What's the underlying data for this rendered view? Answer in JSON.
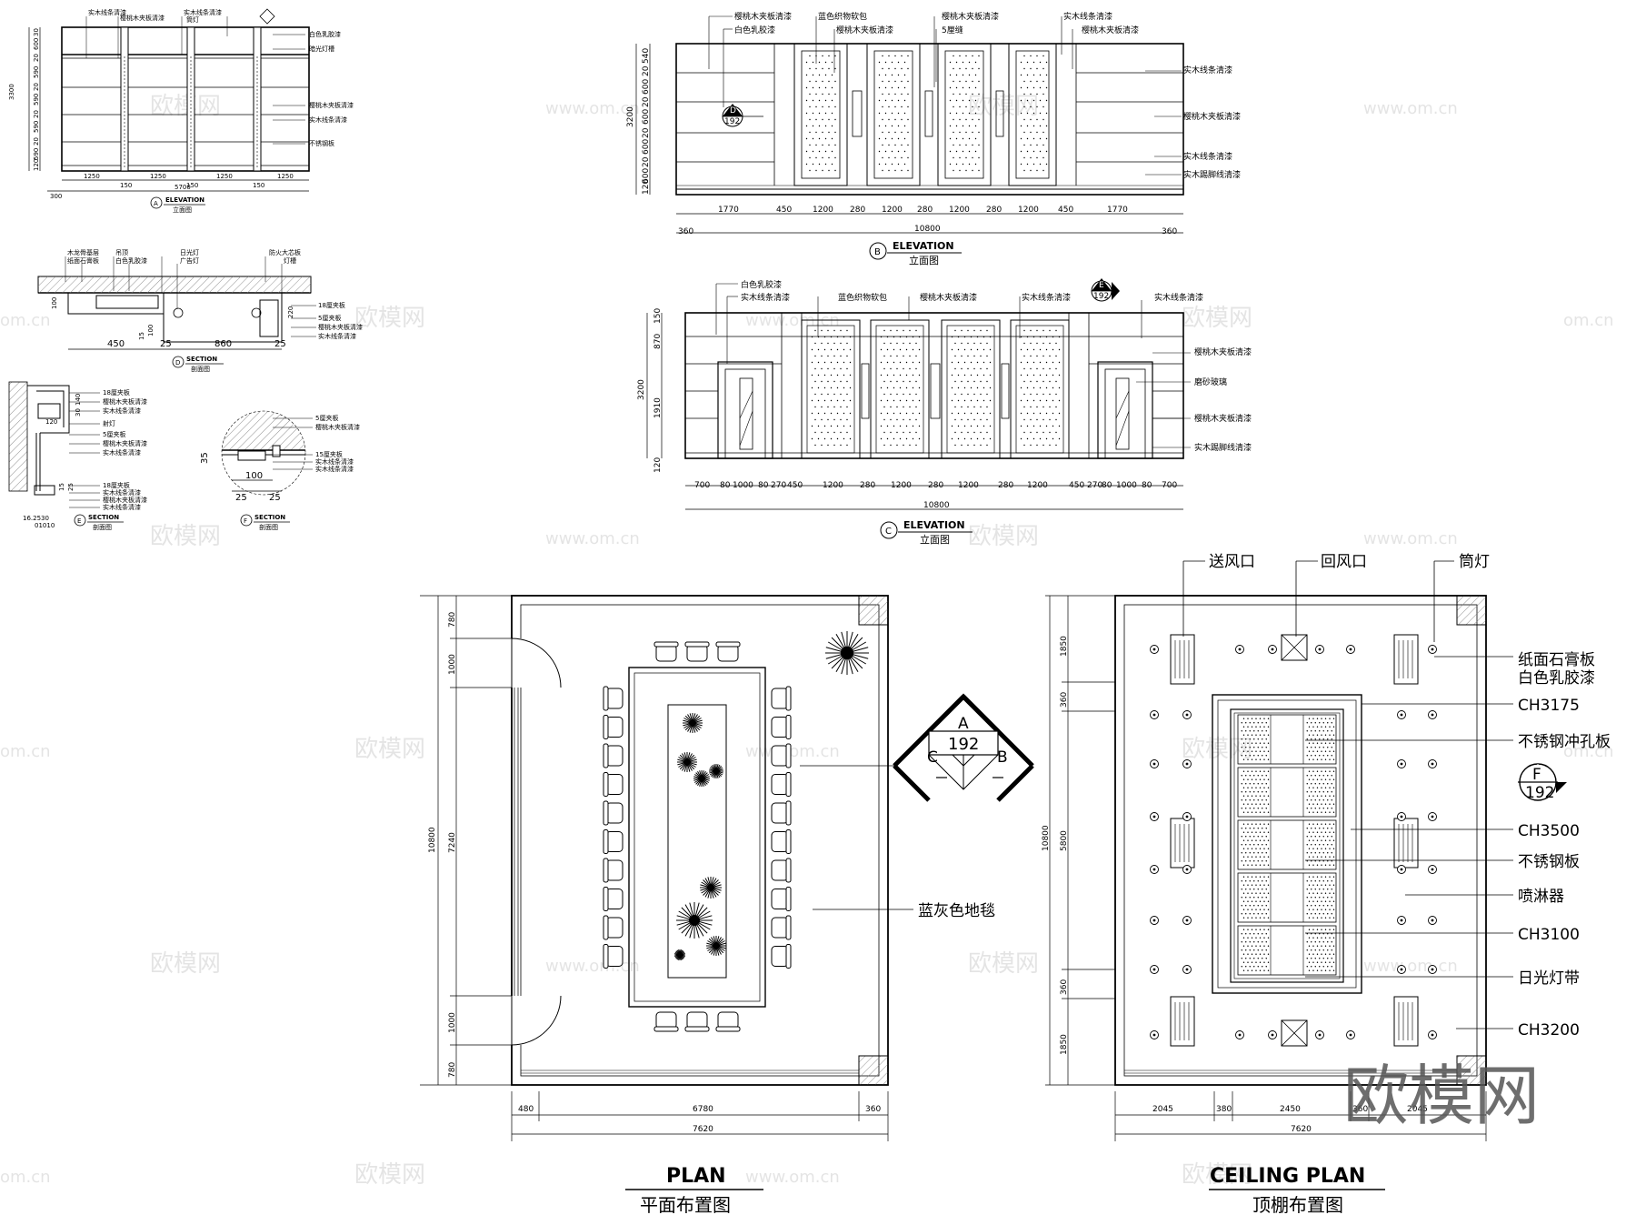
{
  "watermarks": {
    "site": "欧模网",
    "url": "www.om.cn",
    "frag": "om.cn",
    "corner": "欧模网"
  },
  "plan": {
    "title": "PLAN",
    "subtitle": "平面布置图",
    "carpet": "蓝灰色地毯",
    "dims_h": [
      "480",
      "6780",
      "360",
      "7620"
    ],
    "dims_v": [
      "780",
      "1000",
      "7240",
      "1000",
      "780",
      "10800"
    ]
  },
  "ceiling_plan": {
    "title": "CEILING PLAN",
    "subtitle": "顶棚布置图",
    "top_labels": [
      "送风口",
      "回风口",
      "筒灯"
    ],
    "right_labels": [
      "纸面石膏板",
      "白色乳胶漆",
      "CH3175",
      "不锈钢冲孔板",
      "CH3500",
      "不锈钢板",
      "喷淋器",
      "CH3100",
      "日光灯带",
      "CH3200"
    ],
    "dims_h": [
      "2045",
      "380",
      "2450",
      "360",
      "2045",
      "7620"
    ],
    "dims_v": [
      "1850",
      "360",
      "5800",
      "360",
      "1850",
      "10800"
    ]
  },
  "index_symbol": {
    "letters": [
      "A",
      "B",
      "C"
    ],
    "sheet": "192",
    "f_letter": "F",
    "f_sheet": "192"
  },
  "elevation_b": {
    "title": "ELEVATION",
    "subtitle": "立面图",
    "letter": "B",
    "top_labels": [
      "樱桃木夹板清漆",
      "白色乳胶漆",
      "蓝色织物软包",
      "樱桃木夹板清漆",
      "樱桃木夹板清漆",
      "5厘缝",
      "实木线条清漆",
      "樱桃木夹板清漆"
    ],
    "right_labels": [
      "实木线条清漆",
      "樱桃木夹板清漆",
      "实木线条清漆",
      "实木踢脚线清漆"
    ],
    "dims_h": [
      "1770",
      "450",
      "1200",
      "280",
      "1200",
      "280",
      "1200",
      "280",
      "1200",
      "450",
      "1770"
    ],
    "dims_total": [
      "360",
      "10800",
      "360"
    ],
    "dims_v": [
      "540",
      "20",
      "600",
      "20",
      "600",
      "20",
      "600",
      "20",
      "600",
      "120"
    ],
    "height": "3200",
    "tag_letter": "D",
    "tag_sheet": "192"
  },
  "elevation_c": {
    "title": "ELEVATION",
    "subtitle": "立面图",
    "letter": "C",
    "top_labels": [
      "白色乳胶漆",
      "实木线条清漆",
      "蓝色织物软包",
      "樱桃木夹板清漆",
      "实木线条清漆",
      "实木线条清漆"
    ],
    "right_labels": [
      "樱桃木夹板清漆",
      "磨砂玻璃",
      "樱桃木夹板清漆",
      "实木踢脚线清漆"
    ],
    "dims_h": [
      "700",
      "80",
      "1000",
      "80",
      "270",
      "450",
      "1200",
      "280",
      "1200",
      "280",
      "1200",
      "280",
      "1200",
      "450",
      "270",
      "80",
      "1000",
      "80",
      "700"
    ],
    "dims_total": "10800",
    "dims_v": [
      "150",
      "870",
      "1910",
      "120"
    ],
    "height": "3200",
    "tag_letter": "E",
    "tag_sheet": "192"
  },
  "elevation_a": {
    "title": "ELEVATION",
    "subtitle": "立面图",
    "letter": "A",
    "dims_h": [
      "1250",
      "150",
      "1250",
      "150",
      "1250",
      "150",
      "1250"
    ],
    "dims_total": [
      "300",
      "5700"
    ],
    "dims_v": [
      "30",
      "600",
      "20",
      "590",
      "20",
      "590",
      "20",
      "590",
      "20",
      "590",
      "120"
    ],
    "height": "3300",
    "top_labels": [
      "实木线条清漆",
      "樱桃木夹板清漆",
      "实木线条清漆",
      "筒灯"
    ],
    "right_labels": [
      "白色乳胶漆",
      "暗光灯槽",
      "樱桃木夹板清漆",
      "实木线条清漆",
      "不锈钢板"
    ]
  },
  "section_d": {
    "title": "SECTION",
    "subtitle": "剖面图",
    "letter": "D",
    "dims": [
      "100",
      "450",
      "100",
      "15",
      "25",
      "860",
      "25",
      "220"
    ],
    "labels": [
      "木龙骨基层",
      "纸面石膏板",
      "吊顶",
      "白色乳胶漆",
      "日光灯",
      "广告灯",
      "防火大芯板",
      "灯槽",
      "18厘夹板",
      "5厘夹板",
      "樱桃木夹板清漆",
      "实木线条清漆"
    ]
  },
  "section_e": {
    "title": "SECTION",
    "subtitle": "剖面图",
    "letter": "E",
    "dims": [
      "140",
      "30",
      "120",
      "15",
      "25"
    ],
    "labels": [
      "18厘夹板",
      "樱桃木夹板清漆",
      "实木线条清漆",
      "射灯",
      "5厘夹板",
      "樱桃木夹板清漆",
      "实木线条清漆",
      "18厘夹板",
      "实木线条清漆",
      "樱桃木夹板清漆",
      "实木线条清漆"
    ],
    "coord_a": "16.2530",
    "coord_b": "01010"
  },
  "section_f": {
    "title": "SECTION",
    "subtitle": "剖面图",
    "letter": "F",
    "dims": [
      "35",
      "100",
      "25",
      "25"
    ],
    "labels": [
      "5厘夹板",
      "樱桃木夹板清漆",
      "15厘夹板",
      "实木线条清漆",
      "实木线条清漆"
    ]
  }
}
